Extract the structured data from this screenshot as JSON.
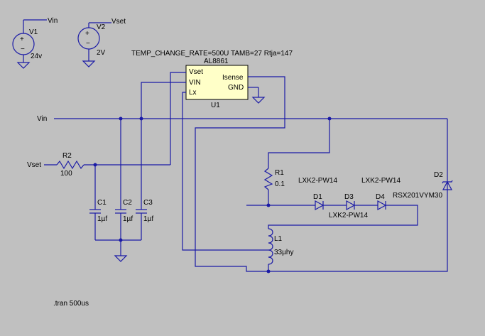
{
  "sources": {
    "v1": {
      "ref": "V1",
      "value": "24v",
      "net": "Vin"
    },
    "v2": {
      "ref": "V2",
      "value": "2V",
      "net": "Vset"
    }
  },
  "directive": "TEMP_CHANGE_RATE=500U TAMB=27 Rtja=147",
  "ic": {
    "part": "AL8861",
    "ref": "U1",
    "pins": {
      "vset": "Vset",
      "vin": "VIN",
      "lx": "Lx",
      "isense": "Isense",
      "gnd": "GND"
    }
  },
  "nets": {
    "vin": "Vin",
    "vset": "Vset"
  },
  "components": {
    "r2": {
      "ref": "R2",
      "value": "100"
    },
    "r1": {
      "ref": "R1",
      "value": "0.1"
    },
    "c1": {
      "ref": "C1",
      "value": "1µf"
    },
    "c2": {
      "ref": "C2",
      "value": "1µf"
    },
    "c3": {
      "ref": "C3",
      "value": "1µf"
    },
    "l1": {
      "ref": "L1",
      "value": "33µhy"
    },
    "d2": {
      "ref": "D2",
      "value": "RSX201VYM30"
    },
    "d1": {
      "ref": "D1",
      "value": "LXK2-PW14"
    },
    "d3": {
      "ref": "D3",
      "value": "LXK2-PW14"
    },
    "d4": {
      "ref": "D4",
      "value": "LXK2-PW14"
    }
  },
  "sim": ".tran 500us",
  "colors": {
    "wire": "#1a1aa6",
    "background": "#c0c0c0",
    "ic_fill": "#ffffc8"
  }
}
